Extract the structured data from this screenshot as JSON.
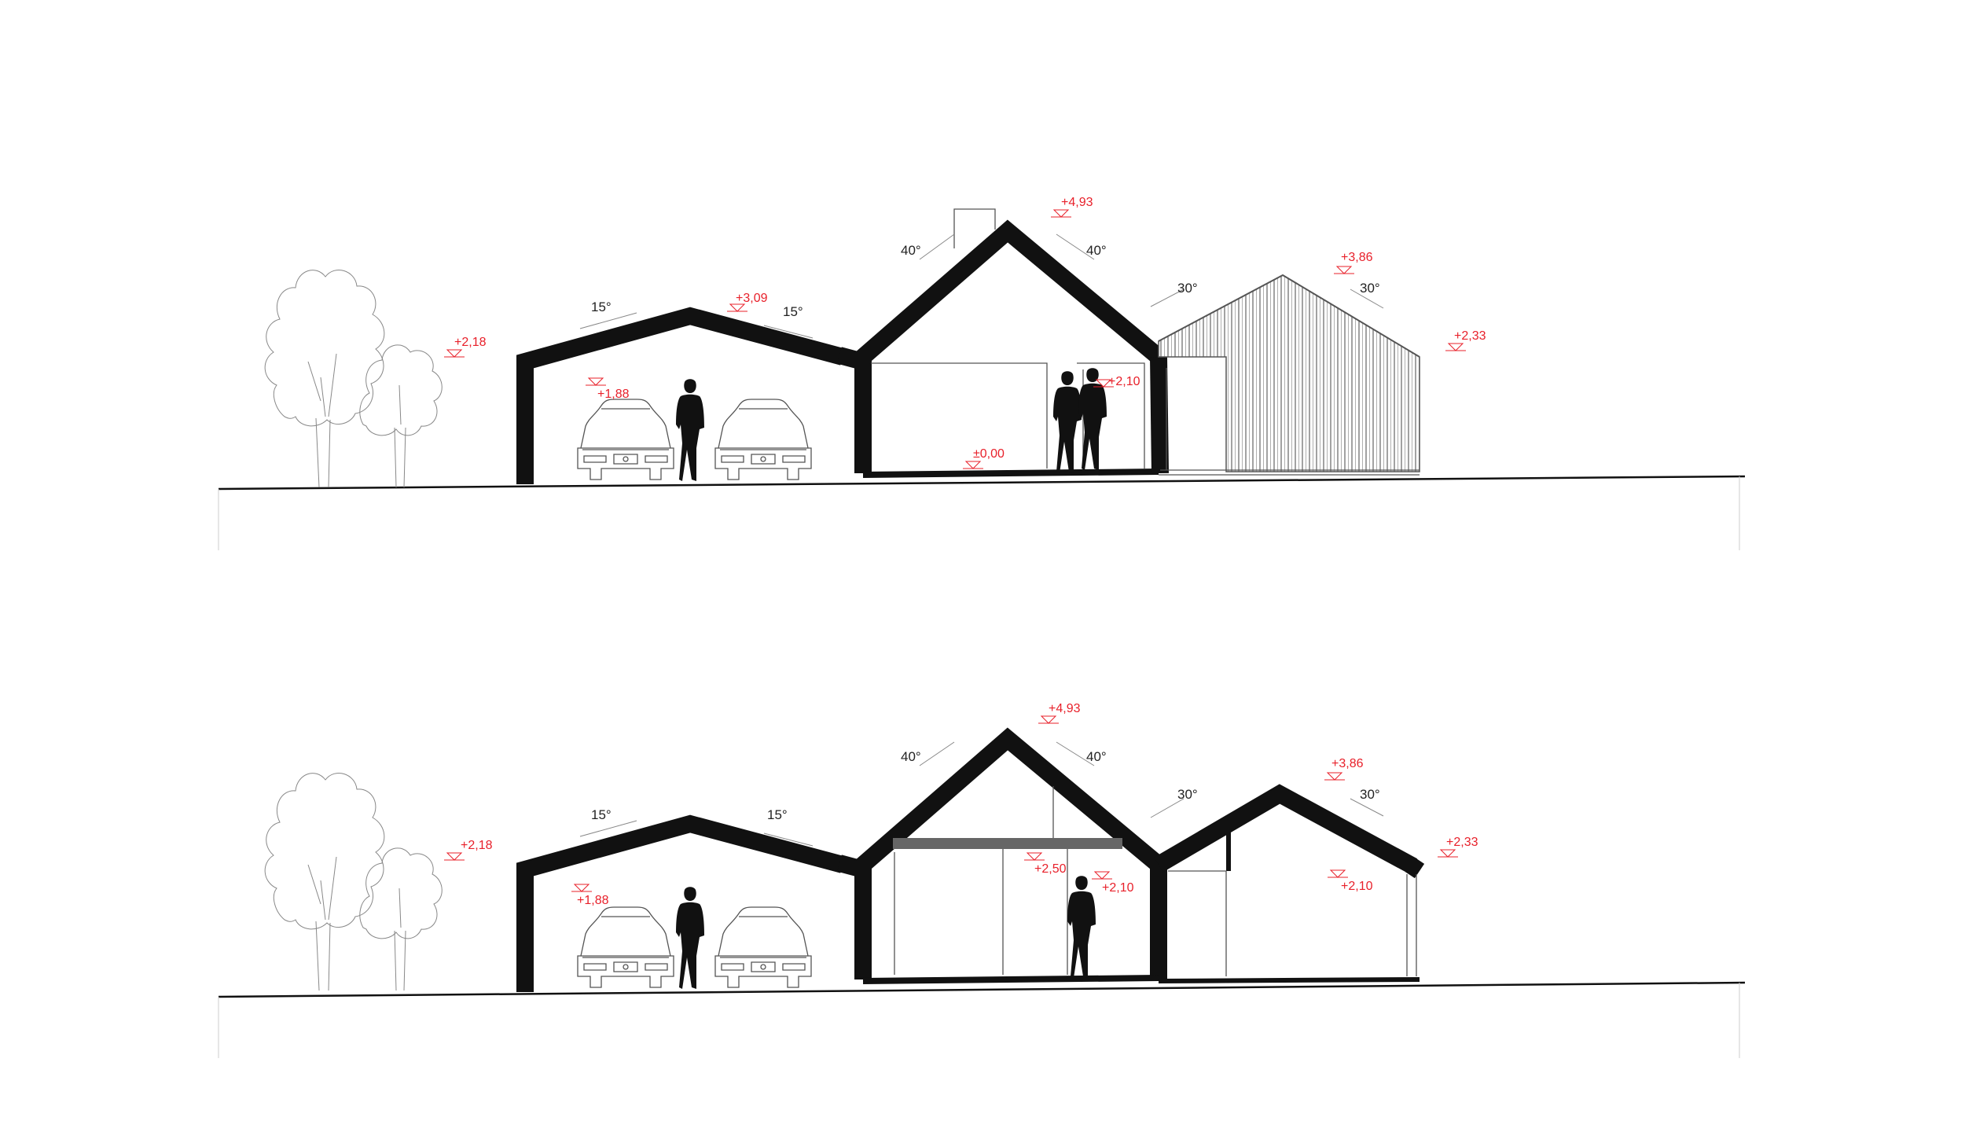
{
  "sections": [
    {
      "id": "section-upper",
      "levels": {
        "garage_ridge": "+3,09",
        "garage_height": "+1,88",
        "tree": "+2,18",
        "main_ridge": "+4,93",
        "floor": "±0,00",
        "door": "+2,10",
        "annex_ridge": "+3,86",
        "annex_eave": "+2,33"
      },
      "angles": {
        "garage_left": "15°",
        "garage_right": "15°",
        "main_left": "40°",
        "main_right": "40°",
        "annex_left": "30°",
        "annex_right": "30°"
      }
    },
    {
      "id": "section-lower",
      "levels": {
        "garage_height": "+1,88",
        "tree": "+2,18",
        "main_ridge": "+4,93",
        "beam": "+2,50",
        "door_main": "+2,10",
        "annex_ridge": "+3,86",
        "annex_door": "+2,10",
        "annex_eave": "+2,33"
      },
      "angles": {
        "garage_left": "15°",
        "garage_right": "15°",
        "main_left": "40°",
        "main_right": "40°",
        "annex_left": "30°",
        "annex_right": "30°"
      }
    }
  ],
  "colors": {
    "wall": "#111111",
    "level_marker": "#e8202a",
    "annex_cladding": "#9a9a9a"
  }
}
